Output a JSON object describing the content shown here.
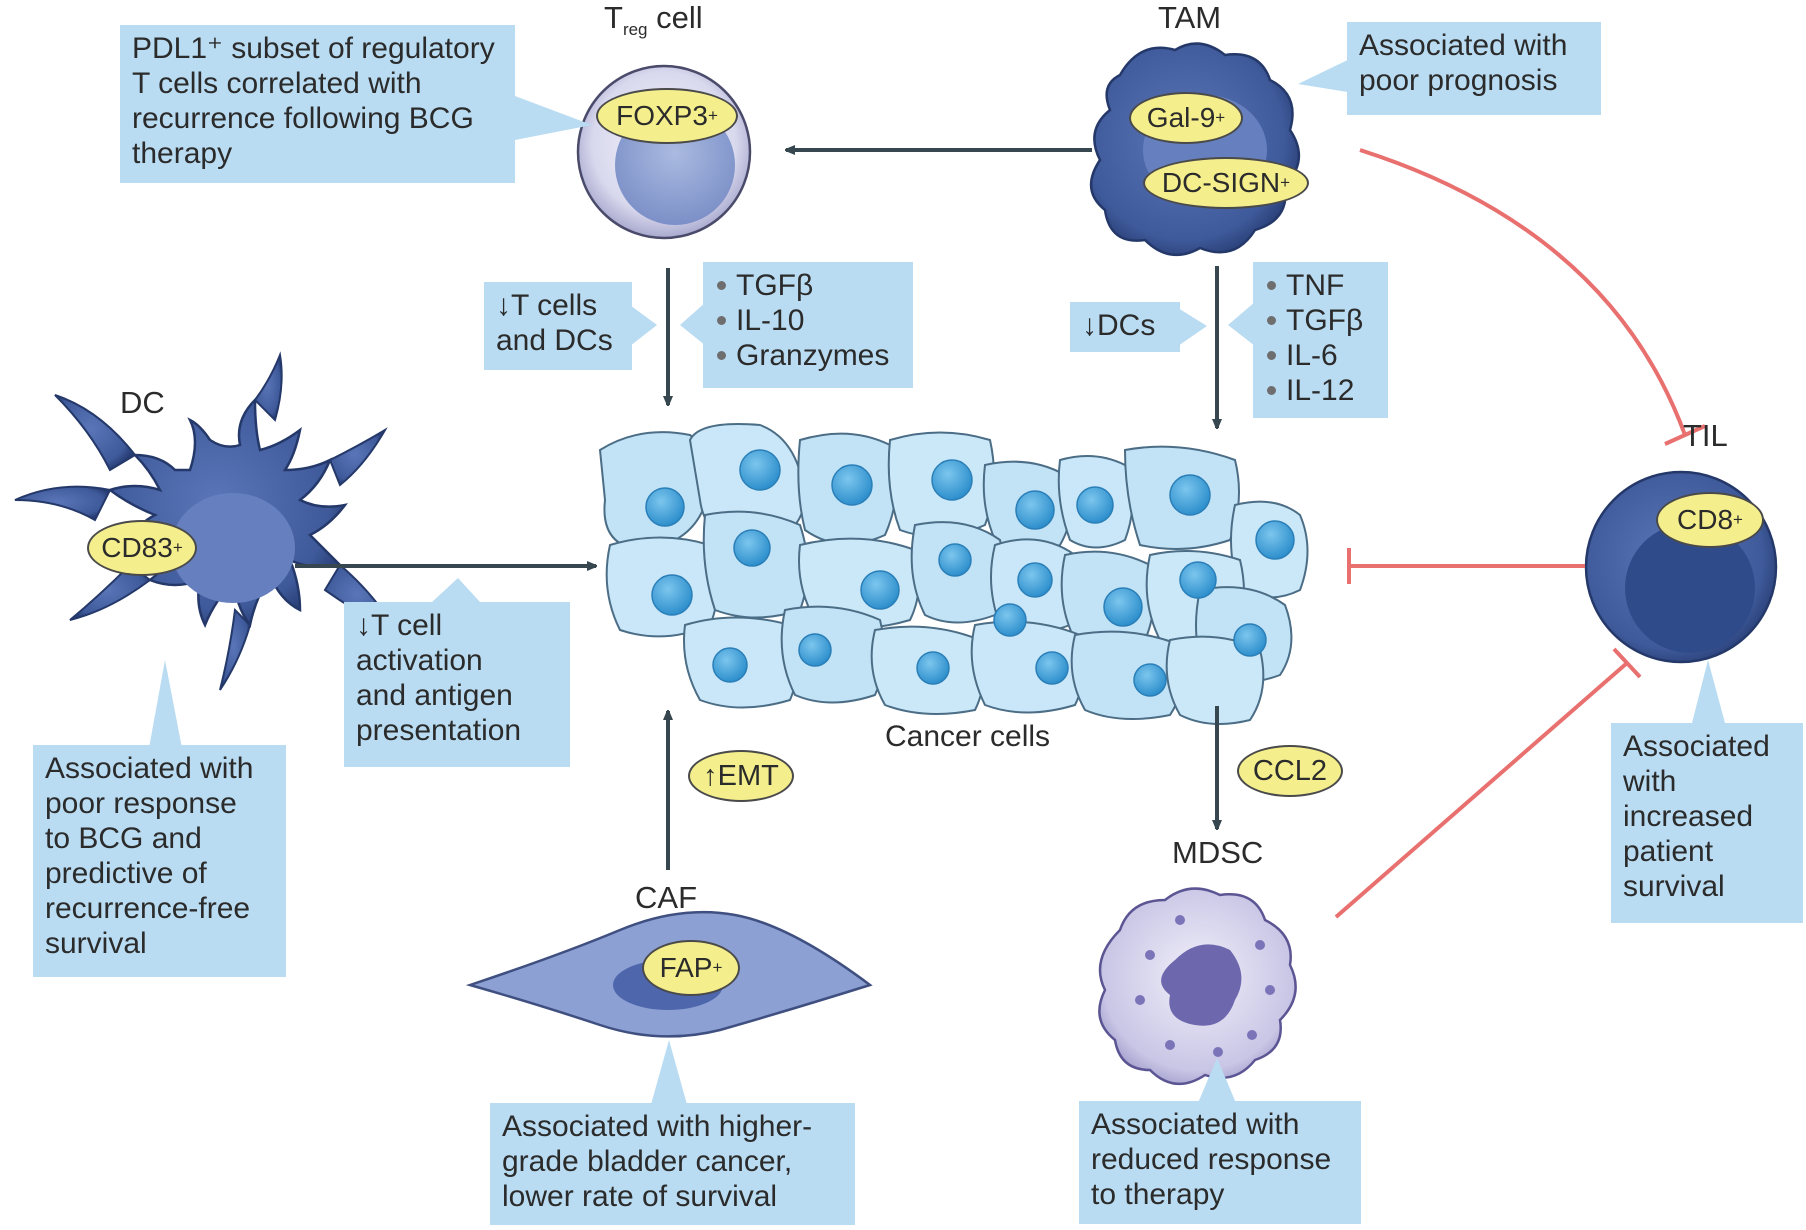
{
  "cells": {
    "treg": {
      "title_main": "T",
      "title_sub": "reg",
      "title_tail": " cell",
      "marker": "FOXP3",
      "marker_sup": "+"
    },
    "tam": {
      "title": "TAM",
      "marker_1": "Gal-9",
      "marker_1_sup": "+",
      "marker_2": "DC-SIGN",
      "marker_2_sup": "+"
    },
    "dc": {
      "title": "DC",
      "marker": "CD83",
      "marker_sup": "+"
    },
    "til": {
      "title": "TIL",
      "marker": "CD8",
      "marker_sup": "+"
    },
    "caf": {
      "title": "CAF",
      "marker": "FAP",
      "marker_sup": "+"
    },
    "mdsc": {
      "title": "MDSC"
    },
    "cancer": {
      "title": "Cancer cells"
    }
  },
  "notes": {
    "treg_note": [
      "PDL1⁺ subset of regulatory",
      "T cells correlated with",
      "recurrence following BCG",
      "therapy"
    ],
    "tam_note": [
      "Associated with",
      "poor prognosis"
    ],
    "treg_effect": [
      "↓T cells",
      "and DCs"
    ],
    "tam_effect": [
      "↓DCs"
    ],
    "dc_effect": [
      "↓T cell",
      "activation",
      "and antigen",
      "presentation"
    ],
    "dc_note": [
      "Associated with",
      "poor response",
      "to BCG and",
      "predictive of",
      "recurrence-free",
      "survival"
    ],
    "til_note": [
      "Associated",
      "with",
      "increased",
      "patient",
      "survival"
    ],
    "caf_note": [
      "Associated with higher-",
      "grade bladder cancer,",
      "lower rate of survival"
    ],
    "mdsc_note": [
      "Associated with",
      "reduced response",
      "to therapy"
    ]
  },
  "factors": {
    "treg_factors": [
      "TGFβ",
      "IL-10",
      "Granzymes"
    ],
    "tam_factors": [
      "TNF",
      "TGFβ",
      "IL-6",
      "IL-12"
    ]
  },
  "labels": {
    "emt": "↑EMT",
    "ccl2": "CCL2"
  },
  "colors": {
    "note_bg": "#b9dcf2",
    "arrow": "#37474f",
    "inhibit": "#e8706f",
    "marker_oval": "#f4ef8c",
    "dark_cell": "#3f5a9a",
    "cancer_fill": "#c2e3f6",
    "cancer_nucleus": "#3fa3d9"
  }
}
